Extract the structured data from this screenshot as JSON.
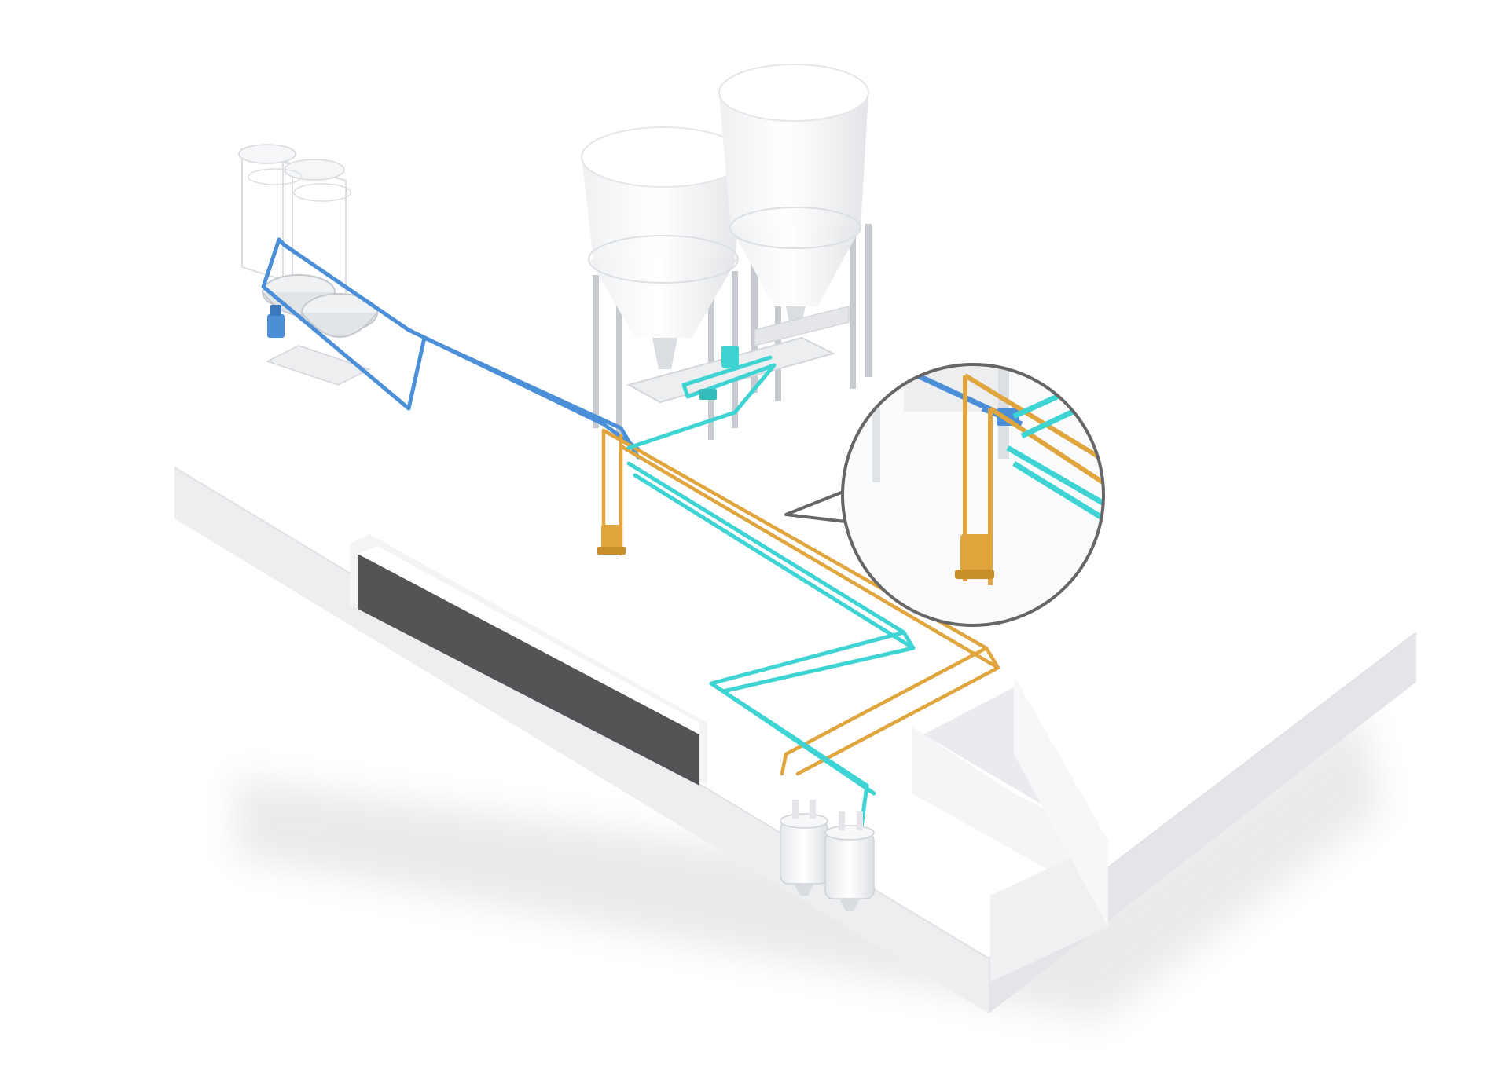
{
  "scene": {
    "title": "",
    "labels": []
  },
  "colors": {
    "background": "#ffffff",
    "platform_top": "#ffffff",
    "platform_side": "#f1f2f4",
    "platform_shadow": "#d9dadc",
    "equipment_white": "#f7f8f9",
    "equipment_shade": "#e4e6e9",
    "equipment_edge": "#c9ccd1",
    "tube_blue": "#4a8fd8",
    "tube_cyan": "#3fd4d4",
    "tube_orange": "#e0a53c",
    "callout_border": "#666666"
  },
  "conveyor_lines": [
    {
      "name": "blue-tube-conveyor",
      "color": "tube_blue"
    },
    {
      "name": "cyan-tube-conveyor",
      "color": "tube_cyan"
    },
    {
      "name": "orange-tube-conveyor",
      "color": "tube_orange"
    }
  ],
  "components": [
    {
      "name": "silo-left",
      "type": "silo"
    },
    {
      "name": "silo-right",
      "type": "silo"
    },
    {
      "name": "mixing-bowl-left",
      "type": "bowl"
    },
    {
      "name": "mixing-bowl-right",
      "type": "bowl"
    },
    {
      "name": "bulk-bag-frame",
      "type": "frame"
    },
    {
      "name": "receiving-tank-left",
      "type": "tank"
    },
    {
      "name": "receiving-tank-right",
      "type": "tank"
    },
    {
      "name": "drive-unit-blue",
      "type": "drive"
    },
    {
      "name": "drive-unit-orange",
      "type": "drive"
    },
    {
      "name": "drive-unit-cyan",
      "type": "drive"
    },
    {
      "name": "detail-callout",
      "type": "callout"
    }
  ]
}
